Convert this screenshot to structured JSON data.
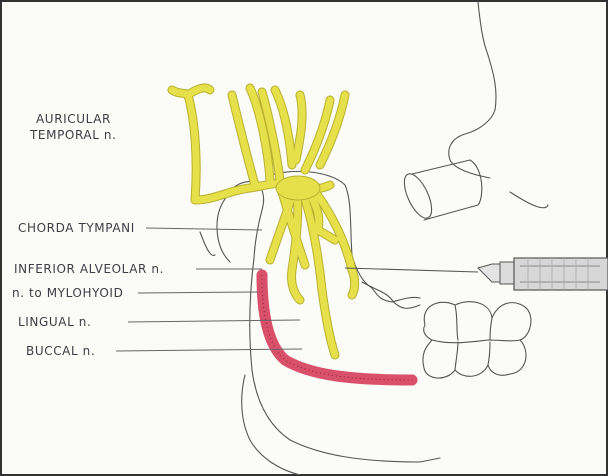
{
  "labels": {
    "auriculotemporal": [
      "AURICULAR",
      "TEMPORAL n."
    ],
    "chorda_tympani": "CHORDA TYMPANI",
    "inferior_alveolar": "INFERIOR ALVEOLAR n.",
    "mylohyoid": "n. to MYLOHYOID",
    "lingual": "LINGUAL n.",
    "buccal": "BUCCAL n."
  },
  "colors": {
    "nerve": "#e6e04a",
    "nerve_outline": "#b8b030",
    "muscle": "#d9506a",
    "pencil": "#555555",
    "paper": "#fbfbf8",
    "frame": "#333333"
  },
  "icons": {
    "syringe": "syringe-icon",
    "teeth": "molar-teeth-icon"
  }
}
